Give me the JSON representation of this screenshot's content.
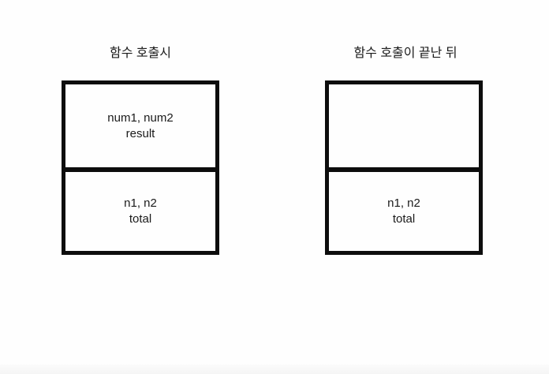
{
  "colors": {
    "background": "#fefefe",
    "border": "#0d0d0d",
    "text": "#1a1a1a",
    "bottom_strip": "#f5f5f5"
  },
  "panels": [
    {
      "id": "during-call",
      "title": "함수 호출시",
      "cells": [
        {
          "name": "function-stack-frame",
          "lines": [
            "num1, num2",
            "result"
          ]
        },
        {
          "name": "caller-stack-frame",
          "lines": [
            "n1, n2",
            "total"
          ]
        }
      ]
    },
    {
      "id": "after-call",
      "title": "함수 호출이 끝난 뒤",
      "cells": [
        {
          "name": "function-stack-frame",
          "lines": []
        },
        {
          "name": "caller-stack-frame",
          "lines": [
            "n1, n2",
            "total"
          ]
        }
      ]
    }
  ]
}
